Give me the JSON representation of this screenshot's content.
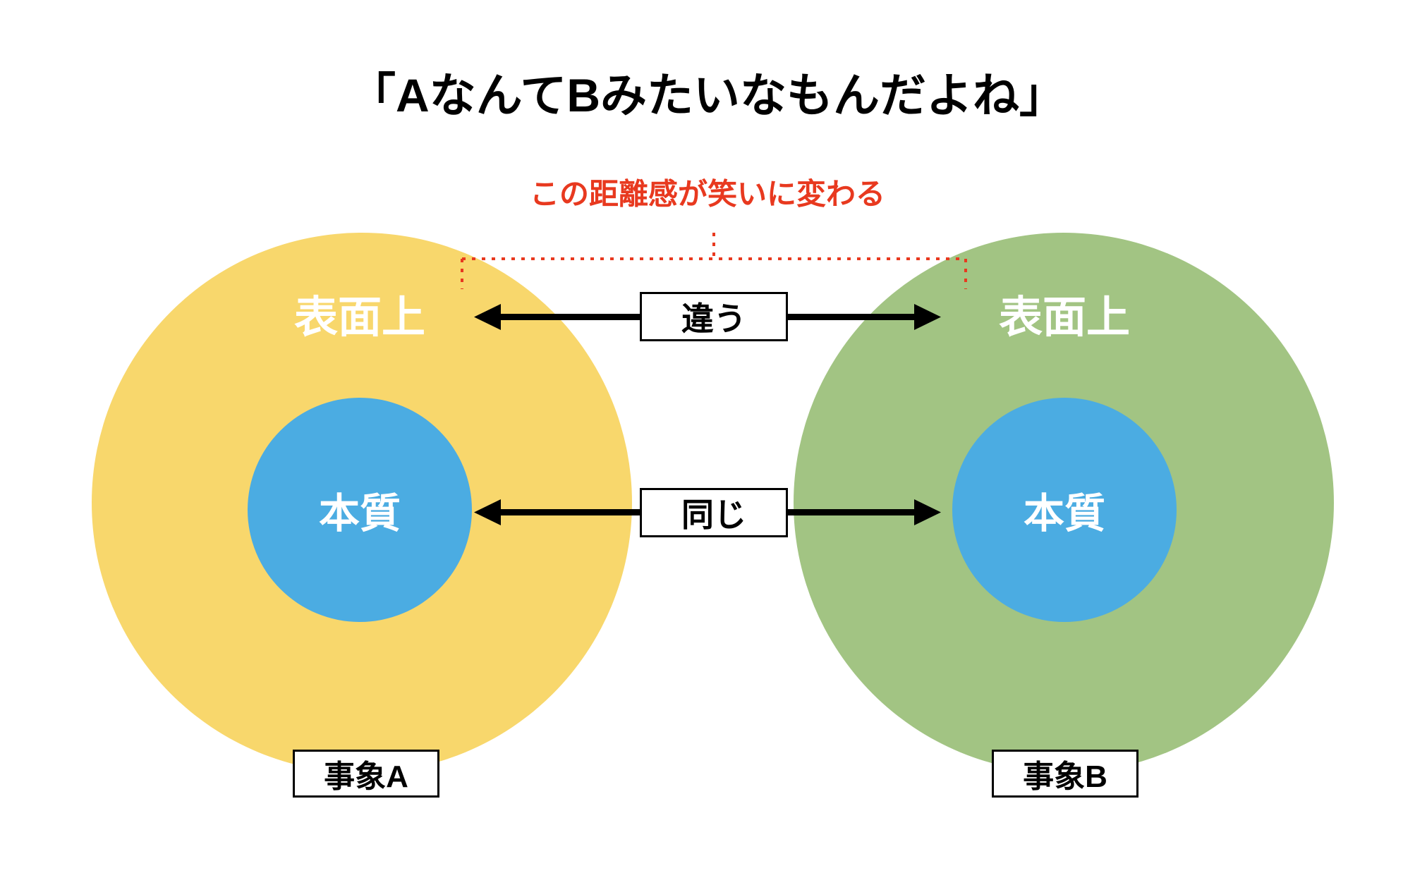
{
  "title": "「AなんてBみたいなもんだよね」",
  "annotation": {
    "text": "この距離感が笑いに変わる",
    "color": "#e8391f"
  },
  "relations": {
    "surface_label": "違う",
    "essence_label": "同じ"
  },
  "left_circle": {
    "surface_label": "表面上",
    "core_label": "本質",
    "caption": "事象A",
    "outer_color": "#F8D76C",
    "core_color": "#4BACE2"
  },
  "right_circle": {
    "surface_label": "表面上",
    "core_label": "本質",
    "caption": "事象B",
    "outer_color": "#A2C483",
    "core_color": "#4BACE2"
  },
  "colors": {
    "arrow": "#000000",
    "bracket": "#e8391f"
  }
}
